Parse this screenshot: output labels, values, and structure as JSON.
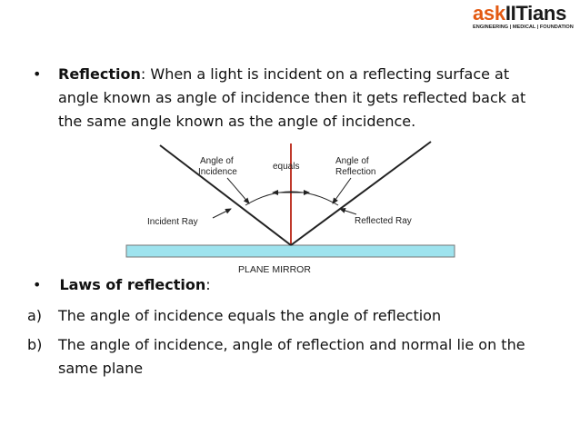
{
  "logo": {
    "brand_ask": "ask",
    "brand_iitians": "IITians",
    "tagline": "ENGINEERING | MEDICAL | FOUNDATION"
  },
  "reflection": {
    "bullet": "•",
    "term": "Reflection",
    "text": ": When a light is incident on a reflecting surface at angle known as angle of incidence then it gets reflected back at the same angle known as the angle of incidence."
  },
  "diagram": {
    "angle_incidence_1": "Angle of",
    "angle_incidence_2": "Incidence",
    "equals": "equals",
    "angle_reflection_1": "Angle of",
    "angle_reflection_2": "Reflection",
    "incident_ray": "Incident Ray",
    "reflected_ray": "Reflected Ray",
    "mirror": "PLANE MIRROR",
    "colors": {
      "normal_line": "#c0392b",
      "mirror_fill": "#9ee3ee",
      "rays": "#222222"
    }
  },
  "laws": {
    "bullet": "•",
    "title": "Laws of reflection",
    "colon": ":",
    "items": [
      {
        "marker": "a)",
        "text": "The angle of incidence equals the angle of reflection"
      },
      {
        "marker": "b)",
        "text": "The angle of incidence, angle of reflection and normal lie on the same plane"
      }
    ]
  }
}
